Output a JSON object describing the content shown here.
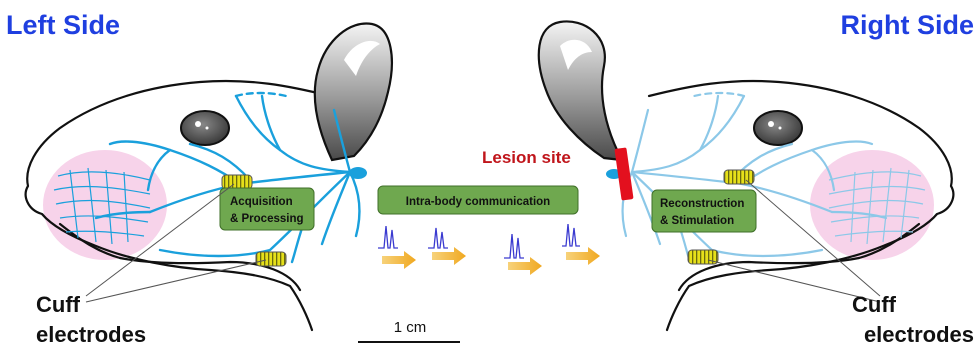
{
  "titles": {
    "left": "Left Side",
    "right": "Right Side"
  },
  "labels": {
    "acquisition_line1": "Acquisition",
    "acquisition_line2": "& Processing",
    "intra_body": "Intra-body  communication",
    "reconstruction_line1": "Reconstruction",
    "reconstruction_line2": "& Stimulation",
    "lesion": "Lesion site",
    "scale": "1 cm",
    "cuff_left_line1": "Cuff",
    "cuff_left_line2": "electrodes",
    "cuff_right_line1": "Cuff",
    "cuff_right_line2": "electrodes"
  },
  "colors": {
    "title_blue": "#1f3fe0",
    "box_green": "#6fa84f",
    "nerve_left": "#1aa0dc",
    "nerve_right": "#8cc8e8",
    "lesion_red": "#e3101e",
    "pulse_arrow": "#f0a820",
    "spike_blue": "#3a3ad0",
    "whisker_pad_pink": "#f7d3ea",
    "cuff_yellow": "#e6e01a"
  }
}
